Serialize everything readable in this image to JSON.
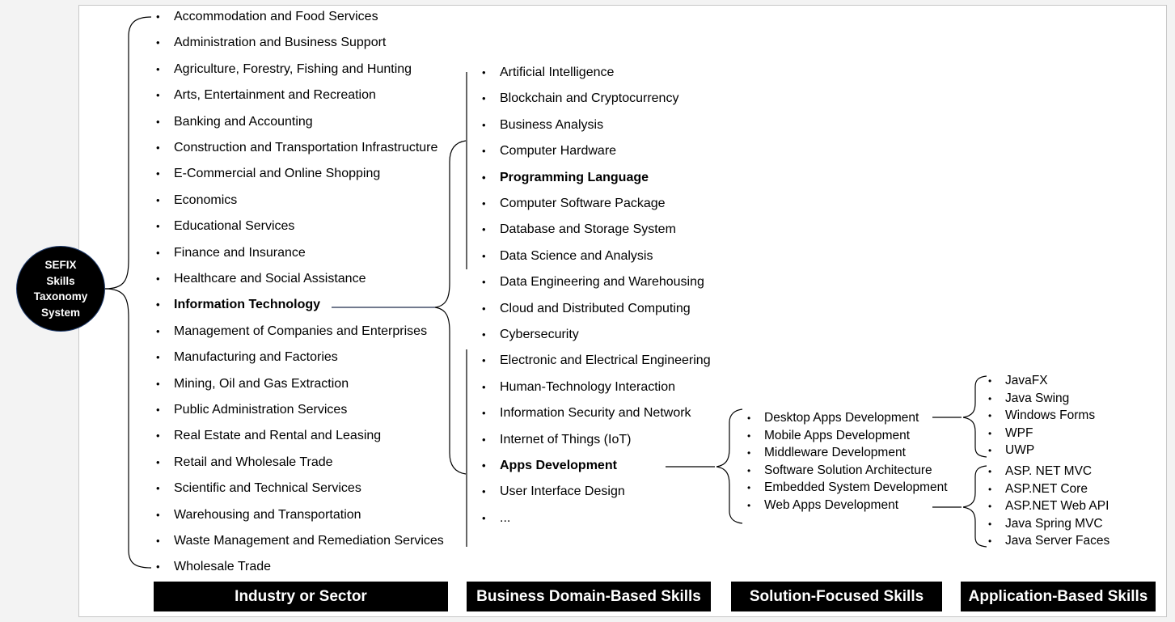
{
  "root": {
    "label_lines": [
      "SEFIX",
      "Skills",
      "Taxonomy",
      "System"
    ]
  },
  "industries": [
    {
      "label": "Accommodation and Food Services",
      "bold": false
    },
    {
      "label": "Administration and Business Support",
      "bold": false
    },
    {
      "label": "Agriculture, Forestry, Fishing and Hunting",
      "bold": false
    },
    {
      "label": "Arts, Entertainment and Recreation",
      "bold": false
    },
    {
      "label": "Banking and Accounting",
      "bold": false
    },
    {
      "label": "Construction and Transportation Infrastructure",
      "bold": false
    },
    {
      "label": "E-Commercial and Online Shopping",
      "bold": false
    },
    {
      "label": "Economics",
      "bold": false
    },
    {
      "label": "Educational Services",
      "bold": false
    },
    {
      "label": "Finance and Insurance",
      "bold": false
    },
    {
      "label": "Healthcare and Social Assistance",
      "bold": false
    },
    {
      "label": "Information Technology",
      "bold": true
    },
    {
      "label": "Management of Companies and Enterprises",
      "bold": false
    },
    {
      "label": "Manufacturing and Factories",
      "bold": false
    },
    {
      "label": "Mining, Oil and Gas Extraction",
      "bold": false
    },
    {
      "label": "Public Administration Services",
      "bold": false
    },
    {
      "label": "Real Estate and Rental and Leasing",
      "bold": false
    },
    {
      "label": "Retail and Wholesale Trade",
      "bold": false
    },
    {
      "label": "Scientific and Technical Services",
      "bold": false
    },
    {
      "label": "Warehousing and Transportation",
      "bold": false
    },
    {
      "label": "Waste Management and Remediation Services",
      "bold": false
    },
    {
      "label": "Wholesale Trade",
      "bold": false
    }
  ],
  "business_domains": [
    {
      "label": "Artificial Intelligence",
      "bold": false
    },
    {
      "label": "Blockchain and Cryptocurrency",
      "bold": false
    },
    {
      "label": "Business Analysis",
      "bold": false
    },
    {
      "label": "Computer Hardware",
      "bold": false
    },
    {
      "label": "Programming Language",
      "bold": true
    },
    {
      "label": "Computer Software Package",
      "bold": false
    },
    {
      "label": "Database and Storage System",
      "bold": false
    },
    {
      "label": "Data Science and Analysis",
      "bold": false
    },
    {
      "label": "Data Engineering and Warehousing",
      "bold": false
    },
    {
      "label": "Cloud and Distributed Computing",
      "bold": false
    },
    {
      "label": "Cybersecurity",
      "bold": false
    },
    {
      "label": "Electronic and Electrical Engineering",
      "bold": false
    },
    {
      "label": "Human-Technology Interaction",
      "bold": false
    },
    {
      "label": "Information Security and Network",
      "bold": false
    },
    {
      "label": "Internet of Things (IoT)",
      "bold": false
    },
    {
      "label": "Apps Development",
      "bold": true
    },
    {
      "label": "User Interface Design",
      "bold": false
    },
    {
      "label": "...",
      "bold": false
    }
  ],
  "solutions": [
    "Desktop Apps Development",
    "Mobile Apps Development",
    "Middleware Development",
    "Software Solution Architecture",
    "Embedded System Development",
    "Web Apps Development"
  ],
  "applications_desktop": [
    "JavaFX",
    "Java Swing",
    "Windows Forms",
    "WPF",
    "UWP"
  ],
  "applications_web": [
    "ASP. NET MVC",
    "ASP.NET Core",
    "ASP.NET Web API",
    "Java Spring MVC",
    "Java Server Faces"
  ],
  "bullet_glyph": "•",
  "level_labels": {
    "industry": "Industry or Sector",
    "business": "Business Domain-Based Skills",
    "solution": "Solution-Focused Skills",
    "application": "Application-Based Skills"
  },
  "colors": {
    "label_bg": "#000000",
    "label_text": "#ffffff",
    "root_bg": "#000000",
    "root_border": "#1e3a6b"
  }
}
